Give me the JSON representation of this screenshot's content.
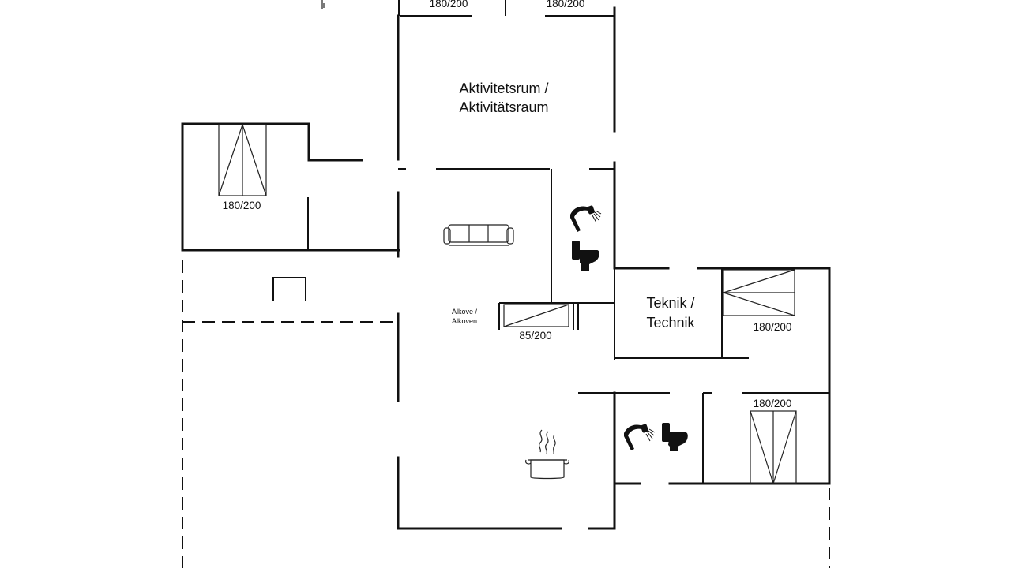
{
  "rooms": {
    "activity_line1": "Aktivitetsrum /",
    "activity_line2": "Aktivitätsraum",
    "tech_line1": "Teknik /",
    "tech_line2": "Technik",
    "alcove_line1": "Alkove /",
    "alcove_line2": "Alkoven"
  },
  "beds": {
    "top_left": "180/200",
    "top_right": "180/200",
    "left_bedroom": "180/200",
    "alcove": "85/200",
    "right_upper": "180/200",
    "right_lower": "180/200"
  },
  "icons": [
    "sofa-icon",
    "shower-icon",
    "toilet-icon",
    "cooking-pot-icon"
  ]
}
